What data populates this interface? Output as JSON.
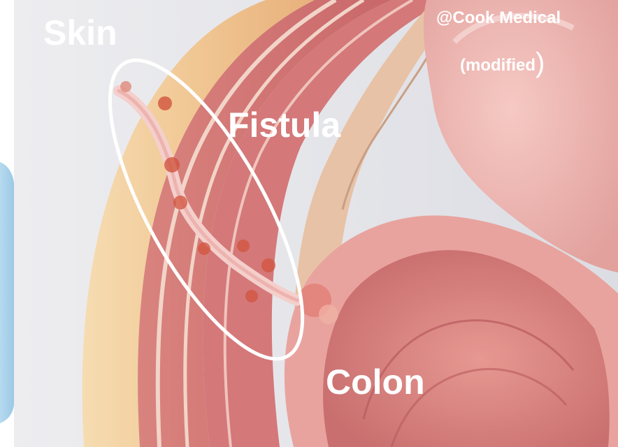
{
  "labels": {
    "skin": "Skin",
    "fistula": "Fistula",
    "colon": "Colon"
  },
  "credit": {
    "line1": "@Cook Medical",
    "line2": "(modified",
    "paren": ")"
  },
  "colors": {
    "label_text": "#ffffff",
    "highlight_ellipse": "#ffffff",
    "tissue": "#e7a7a2",
    "skin_layer": "#f3cf9d",
    "side_panel": "#a9d3ec"
  }
}
